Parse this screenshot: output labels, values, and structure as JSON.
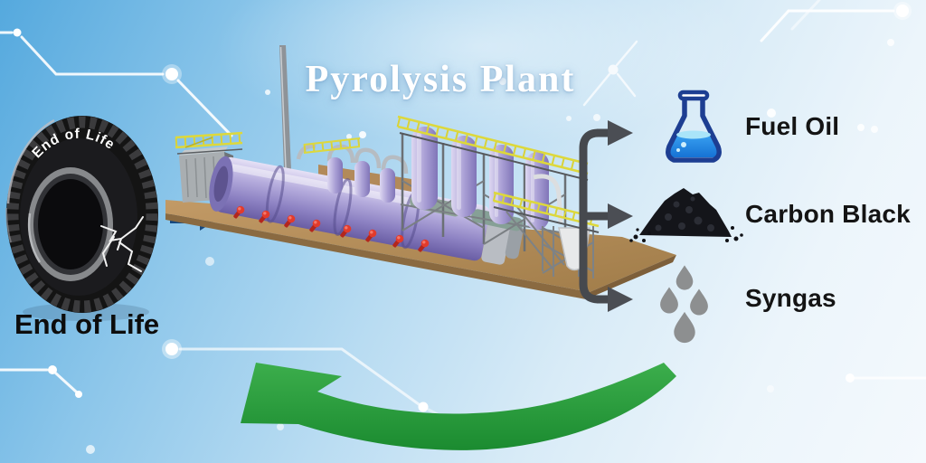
{
  "title": "Pyrolysis Plant",
  "input": {
    "label": "End of Life",
    "tire_text": "End of Life"
  },
  "outputs": [
    {
      "label": "Fuel Oil",
      "icon": "flask-icon"
    },
    {
      "label": "Carbon Black",
      "icon": "carbon-pile-icon"
    },
    {
      "label": "Syngas",
      "icon": "gas-droplets-icon"
    }
  ],
  "colors": {
    "background_top": "#55a9de",
    "background_bottom": "#f4f9fd",
    "recycle_arrow_green": "#2a9d3c",
    "flow_arrow_gray": "#47494e",
    "input_arrow_blue": "#16497f",
    "reactor_purple": "#9a90cc",
    "platform_brown": "#b0895a",
    "railing_yellow": "#ddd83c",
    "valve_red": "#d93327",
    "fuel_oil_liquid": "#2f94ea",
    "syngas_gray": "#8d8f90",
    "carbon_black": "#14151a"
  }
}
